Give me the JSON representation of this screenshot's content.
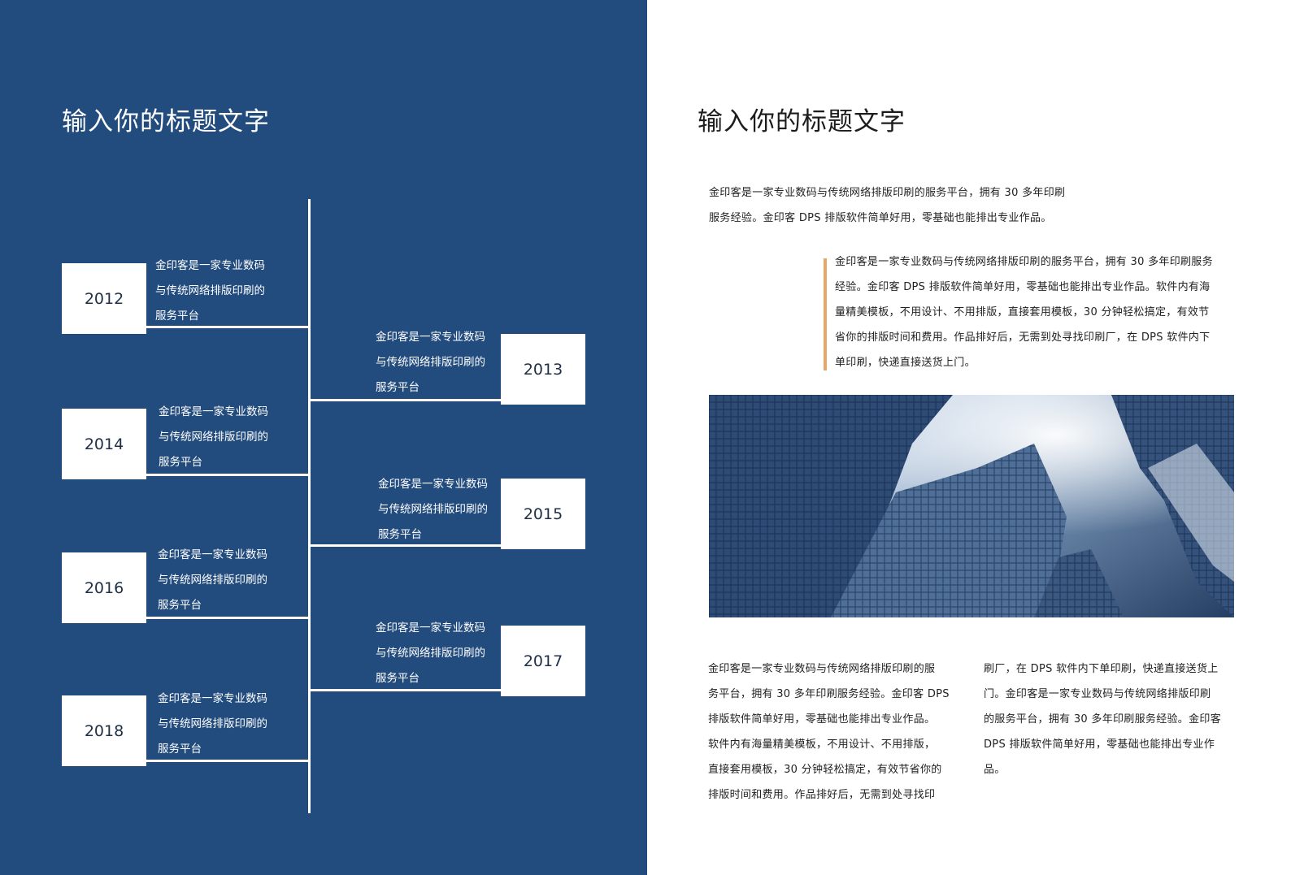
{
  "left": {
    "title": "输入你的标题文字",
    "timeline": [
      {
        "year": "2012",
        "lines": [
          "金印客是一家专业数码",
          "与传统网络排版印刷的",
          "服务平台"
        ]
      },
      {
        "year": "2013",
        "lines": [
          "金印客是一家专业数码",
          "与传统网络排版印刷的",
          "服务平台"
        ]
      },
      {
        "year": "2014",
        "lines": [
          "金印客是一家专业数码",
          "与传统网络排版印刷的",
          "服务平台"
        ]
      },
      {
        "year": "2015",
        "lines": [
          "金印客是一家专业数码",
          "与传统网络排版印刷的",
          "服务平台"
        ]
      },
      {
        "year": "2016",
        "lines": [
          "金印客是一家专业数码",
          "与传统网络排版印刷的",
          "服务平台"
        ]
      },
      {
        "year": "2017",
        "lines": [
          "金印客是一家专业数码",
          "与传统网络排版印刷的",
          "服务平台"
        ]
      },
      {
        "year": "2018",
        "lines": [
          "金印客是一家专业数码",
          "与传统网络排版印刷的",
          "服务平台"
        ]
      }
    ]
  },
  "right": {
    "title": "输入你的标题文字",
    "intro_lines": [
      "金印客是一家专业数码与传统网络排版印刷的服务平台，拥有 30 多年印刷",
      "服务经验。金印客 DPS 排版软件简单好用，零基础也能排出专业作品。"
    ],
    "quote_lines": [
      "金印客是一家专业数码与传统网络排版印刷的服务平台，拥有 30 多年印刷服务",
      "经验。金印客 DPS 排版软件简单好用，零基础也能排出专业作品。软件内有海",
      "量精美模板，不用设计、不用排版，直接套用模板，30 分钟轻松搞定，有效节",
      "省你的排版时间和费用。作品排好后，无需到处寻找印刷厂，在 DPS 软件内下",
      "单印刷，快递直接送货上门。"
    ],
    "column1_lines": [
      "金印客是一家专业数码与传统网络排版印刷的服",
      "务平台，拥有 30 多年印刷服务经验。金印客 DPS",
      "排版软件简单好用，零基础也能排出专业作品。",
      "软件内有海量精美模板，不用设计、不用排版，",
      "直接套用模板，30 分钟轻松搞定，有效节省你的",
      "排版时间和费用。作品排好后，无需到处寻找印"
    ],
    "column2_lines": [
      "刷厂，在 DPS 软件内下单印刷，快递直接送货上",
      "门。金印客是一家专业数码与传统网络排版印刷",
      "的服务平台，拥有 30 多年印刷服务经验。金印客",
      "DPS 排版软件简单好用，零基础也能排出专业作",
      "品。"
    ]
  },
  "colors": {
    "navy": "#224b7e",
    "accent": "#e8a768",
    "white": "#ffffff"
  }
}
